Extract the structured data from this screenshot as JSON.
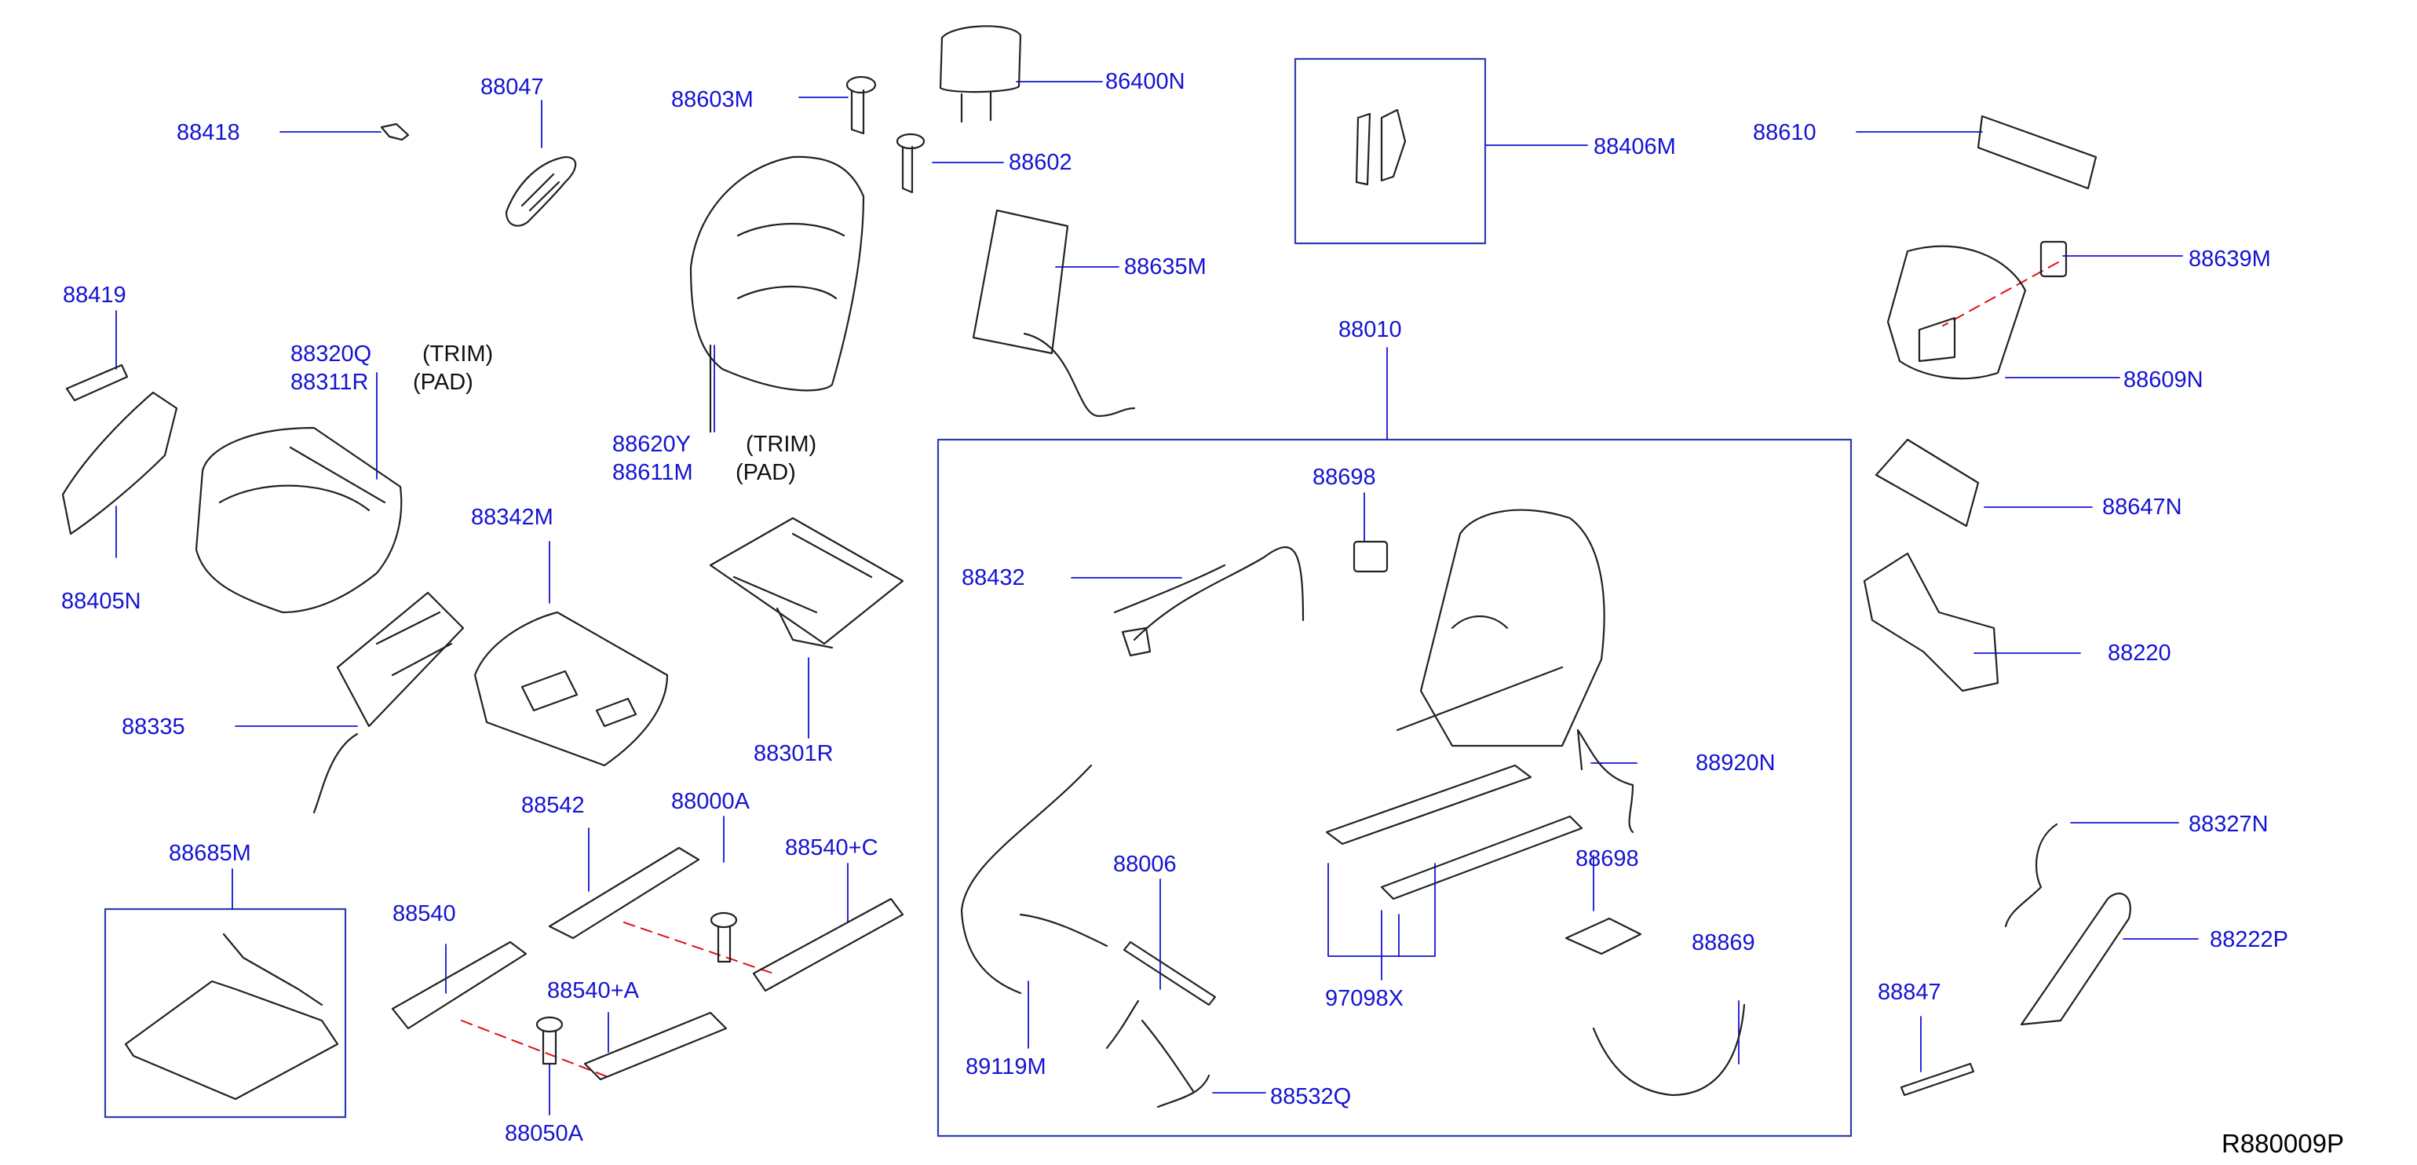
{
  "colors": {
    "callout": "#1414d2",
    "leader": "#1414d2",
    "part_line": "#222222",
    "dashed_link": "#e01010",
    "frame": "#2a3fb0"
  },
  "labels": {
    "p88418": "88418",
    "p88047": "88047",
    "p88603m": "88603M",
    "p86400n": "86400N",
    "p88602": "88602",
    "p88406m": "88406M",
    "p88610": "88610",
    "p88635m": "88635M",
    "p88639m": "88639M",
    "p88609n": "88609N",
    "p88010": "88010",
    "p88419": "88419",
    "p88320q": "88320Q",
    "p88311r": "88311R",
    "p88620y": "88620Y",
    "p88611m": "88611M",
    "p88405n": "88405N",
    "p88342m": "88342M",
    "p88647n": "88647N",
    "p88698a": "88698",
    "p88432": "88432",
    "p88220": "88220",
    "p88335": "88335",
    "p88301r": "88301R",
    "p88920n": "88920N",
    "p88542": "88542",
    "p88000a": "88000A",
    "p88540c": "88540+C",
    "p88685m": "88685M",
    "p88006": "88006",
    "p88698b": "88698",
    "p88327n": "88327N",
    "p88540": "88540",
    "p88869": "88869",
    "p88222p": "88222P",
    "p88540a": "88540+A",
    "p97098x": "97098X",
    "p88847": "88847",
    "p89119m": "89119M",
    "p88532q": "88532Q",
    "p88050a": "88050A"
  },
  "notes": {
    "trim_1": "(TRIM)",
    "pad_1": "(PAD)",
    "trim_2": "(TRIM)",
    "pad_2": "(PAD)"
  },
  "diagram_ref": "R880009P",
  "icons": {
    "headrest": "headrest-icon",
    "seatback": "seatback-pad-icon",
    "seat_cushion": "seat-cushion-icon",
    "seat_frame": "seat-frame-icon",
    "slide_rail": "slide-rail-icon",
    "bolt": "bolt-icon",
    "harness": "wire-harness-icon"
  }
}
